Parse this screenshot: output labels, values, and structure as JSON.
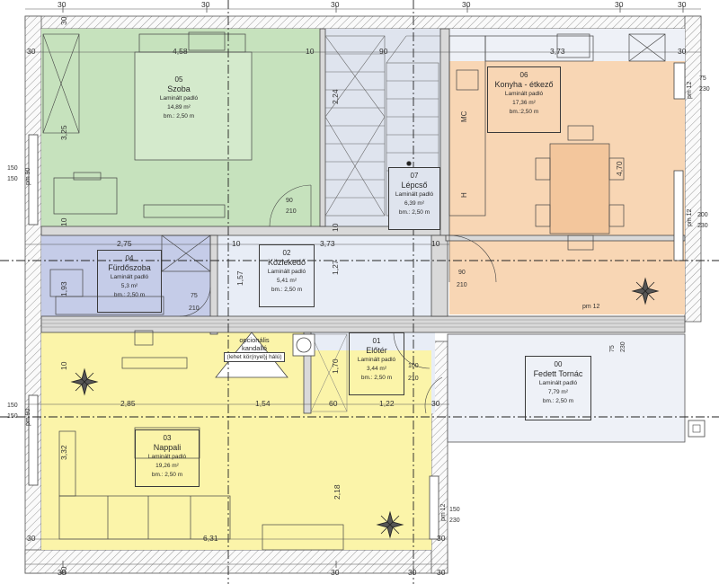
{
  "colors": {
    "wall": "#d9d9d9",
    "szoba": "#c6e2bd",
    "konyha": "#f8d6b4",
    "nappali": "#fbf4a9",
    "furdo": "#c5cce8",
    "hall": "#e8edf6",
    "terrace": "#eef1f7",
    "stair": "#dfe4ee",
    "axis": "#222222"
  },
  "rooms": {
    "szoba": {
      "num": "05",
      "name": "Szoba",
      "floor": "Laminált padló",
      "area": "14,89 m²",
      "height": "bm.: 2,50 m"
    },
    "konyha": {
      "num": "06",
      "name": "Konyha - étkező",
      "floor": "Laminált padló",
      "area": "17,36 m²",
      "height": "bm.:2,50 m"
    },
    "lepcso": {
      "num": "07",
      "name": "Lépcső",
      "floor": "Laminált padló",
      "area": "6,39 m²",
      "height": "bm.: 2,50 m"
    },
    "furdo": {
      "num": "04",
      "name": "Fürdőszoba",
      "floor": "Laminált padló",
      "area": "5,3 m²",
      "height": "bm.: 2,50 m"
    },
    "kozlekedo": {
      "num": "02",
      "name": "Közlekedő",
      "floor": "Laminált padló",
      "area": "5,41 m²",
      "height": "bm.: 2,50 m"
    },
    "eloter": {
      "num": "01",
      "name": "Előtér",
      "floor": "Laminált padló",
      "area": "3,44 m²",
      "height": "bm.: 2,50 m"
    },
    "nappali": {
      "num": "03",
      "name": "Nappali",
      "floor": "Laminált padló",
      "area": "19,26 m²",
      "height": "bm.: 2,50 m"
    },
    "tornac": {
      "num": "00",
      "name": "Fedett Tornác",
      "floor": "Laminált padló",
      "area": "7,79 m²",
      "height": "bm.: 2,50 m"
    }
  },
  "fireplace": {
    "line1": "opcionális",
    "line2": "kandalló",
    "line3": "(lehet kör(nyel)j hálú)"
  },
  "kitchen_labels": {
    "mc": "MC",
    "h": "H"
  },
  "dims": {
    "d1": "30",
    "d2": "4,58",
    "d3": "10",
    "d4": "90",
    "d5": "3,73",
    "d6": "30",
    "d7": "2,75",
    "d8": "10",
    "d9": "3,73",
    "d10": "10",
    "d11": "2,85",
    "d12": "1,54",
    "d13": "60",
    "d14": "1,22",
    "d15": "30",
    "d16": "30",
    "d17": "6,31",
    "d18": "30",
    "d19": "30",
    "top30a": "30",
    "top30b": "30",
    "top30c": "30",
    "top30d": "30",
    "top30e": "30",
    "top30f": "30",
    "bot30a": "30",
    "bot30b": "30",
    "bot30c": "30",
    "bot30d": "30",
    "v325": "3,25",
    "v224": "2,24",
    "v470": "4,70",
    "v193": "1,93",
    "v157": "1,57",
    "v127": "1,27",
    "v170": "1,70",
    "v332": "3,32",
    "v218": "2,18",
    "v10a": "10",
    "v10b": "10",
    "v10c": "10",
    "v30a": "30",
    "v30b": "30"
  },
  "openings": {
    "w150a": "150",
    "w150b": "150",
    "w150c": "150",
    "w150d": "150",
    "w75": "75",
    "w230a": "230",
    "w200": "200",
    "w230b": "230",
    "w150e": "150",
    "w230c": "230",
    "d90a": "90",
    "d210a": "210",
    "d90b": "90",
    "d210b": "210",
    "d75": "75",
    "d210c": "210",
    "d100": "100",
    "d210d": "210",
    "d75b": "75",
    "d230": "230"
  },
  "pm": {
    "a": "pm 90",
    "b": "pm 12",
    "c": "pm 12",
    "d": "pm 12",
    "e": "pm 90",
    "f": "pm 12"
  }
}
